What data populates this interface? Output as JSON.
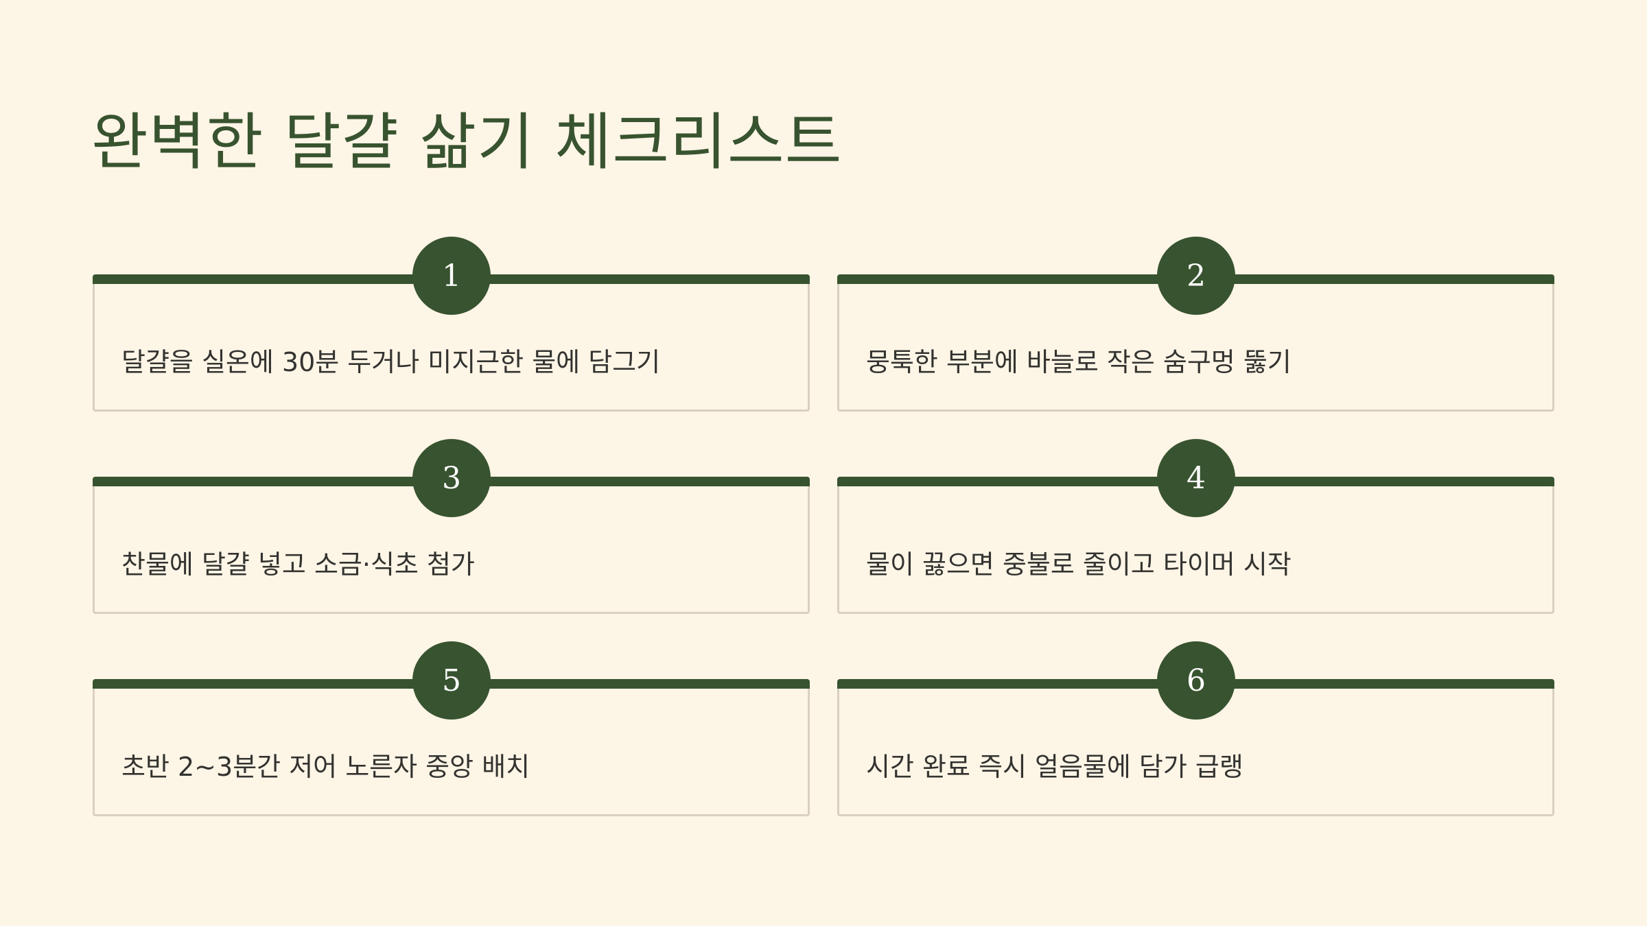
{
  "title": "완벽한 달걀 삶기 체크리스트",
  "items": [
    {
      "number": "1",
      "text": "달걀을 실온에 30분 두거나 미지근한 물에 담그기"
    },
    {
      "number": "2",
      "text": "뭉툭한 부분에 바늘로 작은 숨구멍 뚫기"
    },
    {
      "number": "3",
      "text": "찬물에 달걀 넣고 소금·식초 첨가"
    },
    {
      "number": "4",
      "text": "물이 끓으면 중불로 줄이고 타이머 시작"
    },
    {
      "number": "5",
      "text": "초반 2~3분간 저어 노른자 중앙 배치"
    },
    {
      "number": "6",
      "text": "시간 완료 즉시 얼음물에 담가 급랭"
    }
  ],
  "colors": {
    "accent": "#38532f",
    "background": "#fdf5e6",
    "border": "#d9d0c2",
    "text": "#333330"
  }
}
